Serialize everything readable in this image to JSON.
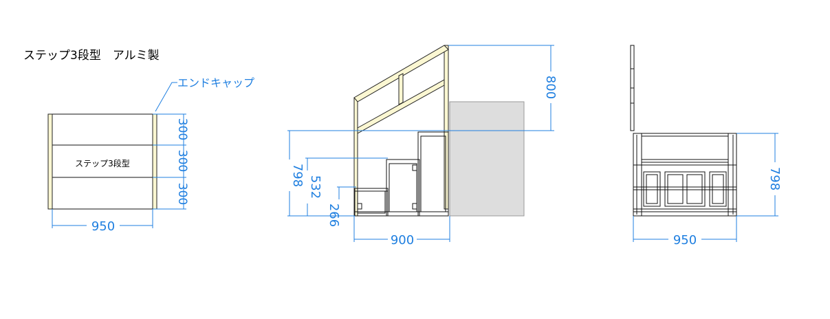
{
  "title": "ステップ3段型　アルミ製",
  "labels": {
    "end_cap": "エンドキャップ",
    "plan_label": "ステップ3段型"
  },
  "plan_view": {
    "width": "950",
    "step_depths": [
      "300",
      "300",
      "300"
    ]
  },
  "side_view": {
    "width": "900",
    "rail_height": "800",
    "heights": [
      "798",
      "532",
      "266"
    ]
  },
  "front_view": {
    "width": "950",
    "height": "798"
  },
  "colors": {
    "dimension": "#1f7fe0",
    "frame": "#111111",
    "end_cap": "#fbf7d2",
    "platform": "#dddddd"
  }
}
